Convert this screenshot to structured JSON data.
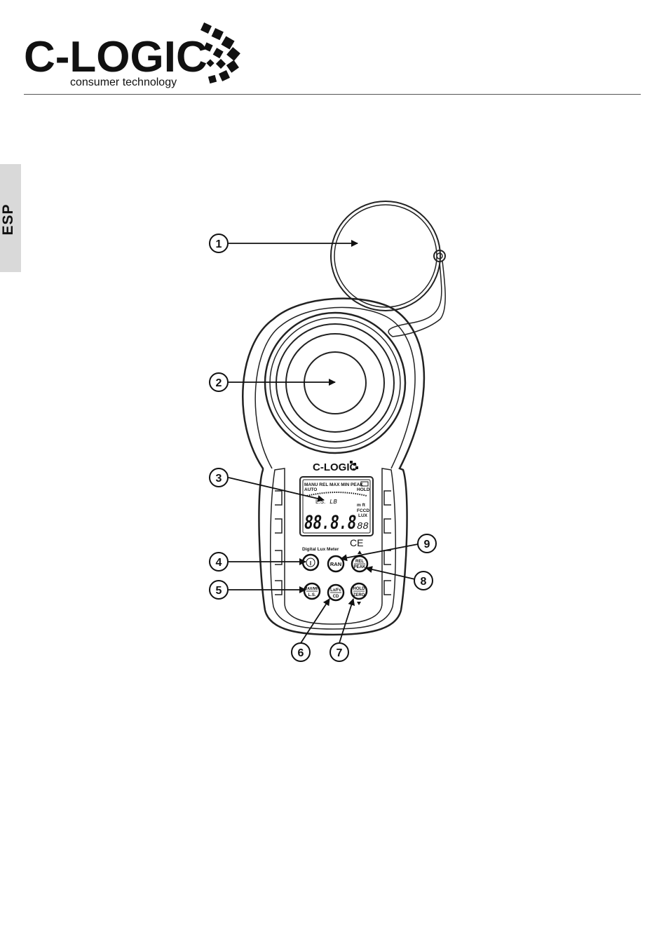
{
  "header": {
    "brand": "C-LOGIC",
    "tagline": "consumer technology"
  },
  "side_tab": {
    "language": "ESP"
  },
  "device": {
    "brand": "C-LOGIC",
    "model_label": "Digital Lux Meter",
    "ce_mark": "CE",
    "lcd": {
      "top_row": "MANU REL MAX MIN PEAK",
      "left_label": "AUTO",
      "right_label": "HOLD",
      "ls_label": "L.S.",
      "small_digits": "LB",
      "digits": "88.8.8",
      "sub_digits": "88",
      "units_1": "m ft",
      "units_2": "FCCD",
      "units_3": "LUX"
    },
    "buttons": {
      "power": "I",
      "range": "RAN",
      "rel_top": "REL",
      "rel_bottom": "PEAK",
      "maxmin_top": "MAX/MIN",
      "maxmin_bottom": "L.S.",
      "unit_top": "Lx/Fc",
      "unit_bottom": "CD",
      "hold_top": "HOLD",
      "hold_bottom": "ZERO"
    }
  },
  "callouts": [
    "1",
    "2",
    "3",
    "4",
    "5",
    "6",
    "7",
    "8",
    "9"
  ]
}
